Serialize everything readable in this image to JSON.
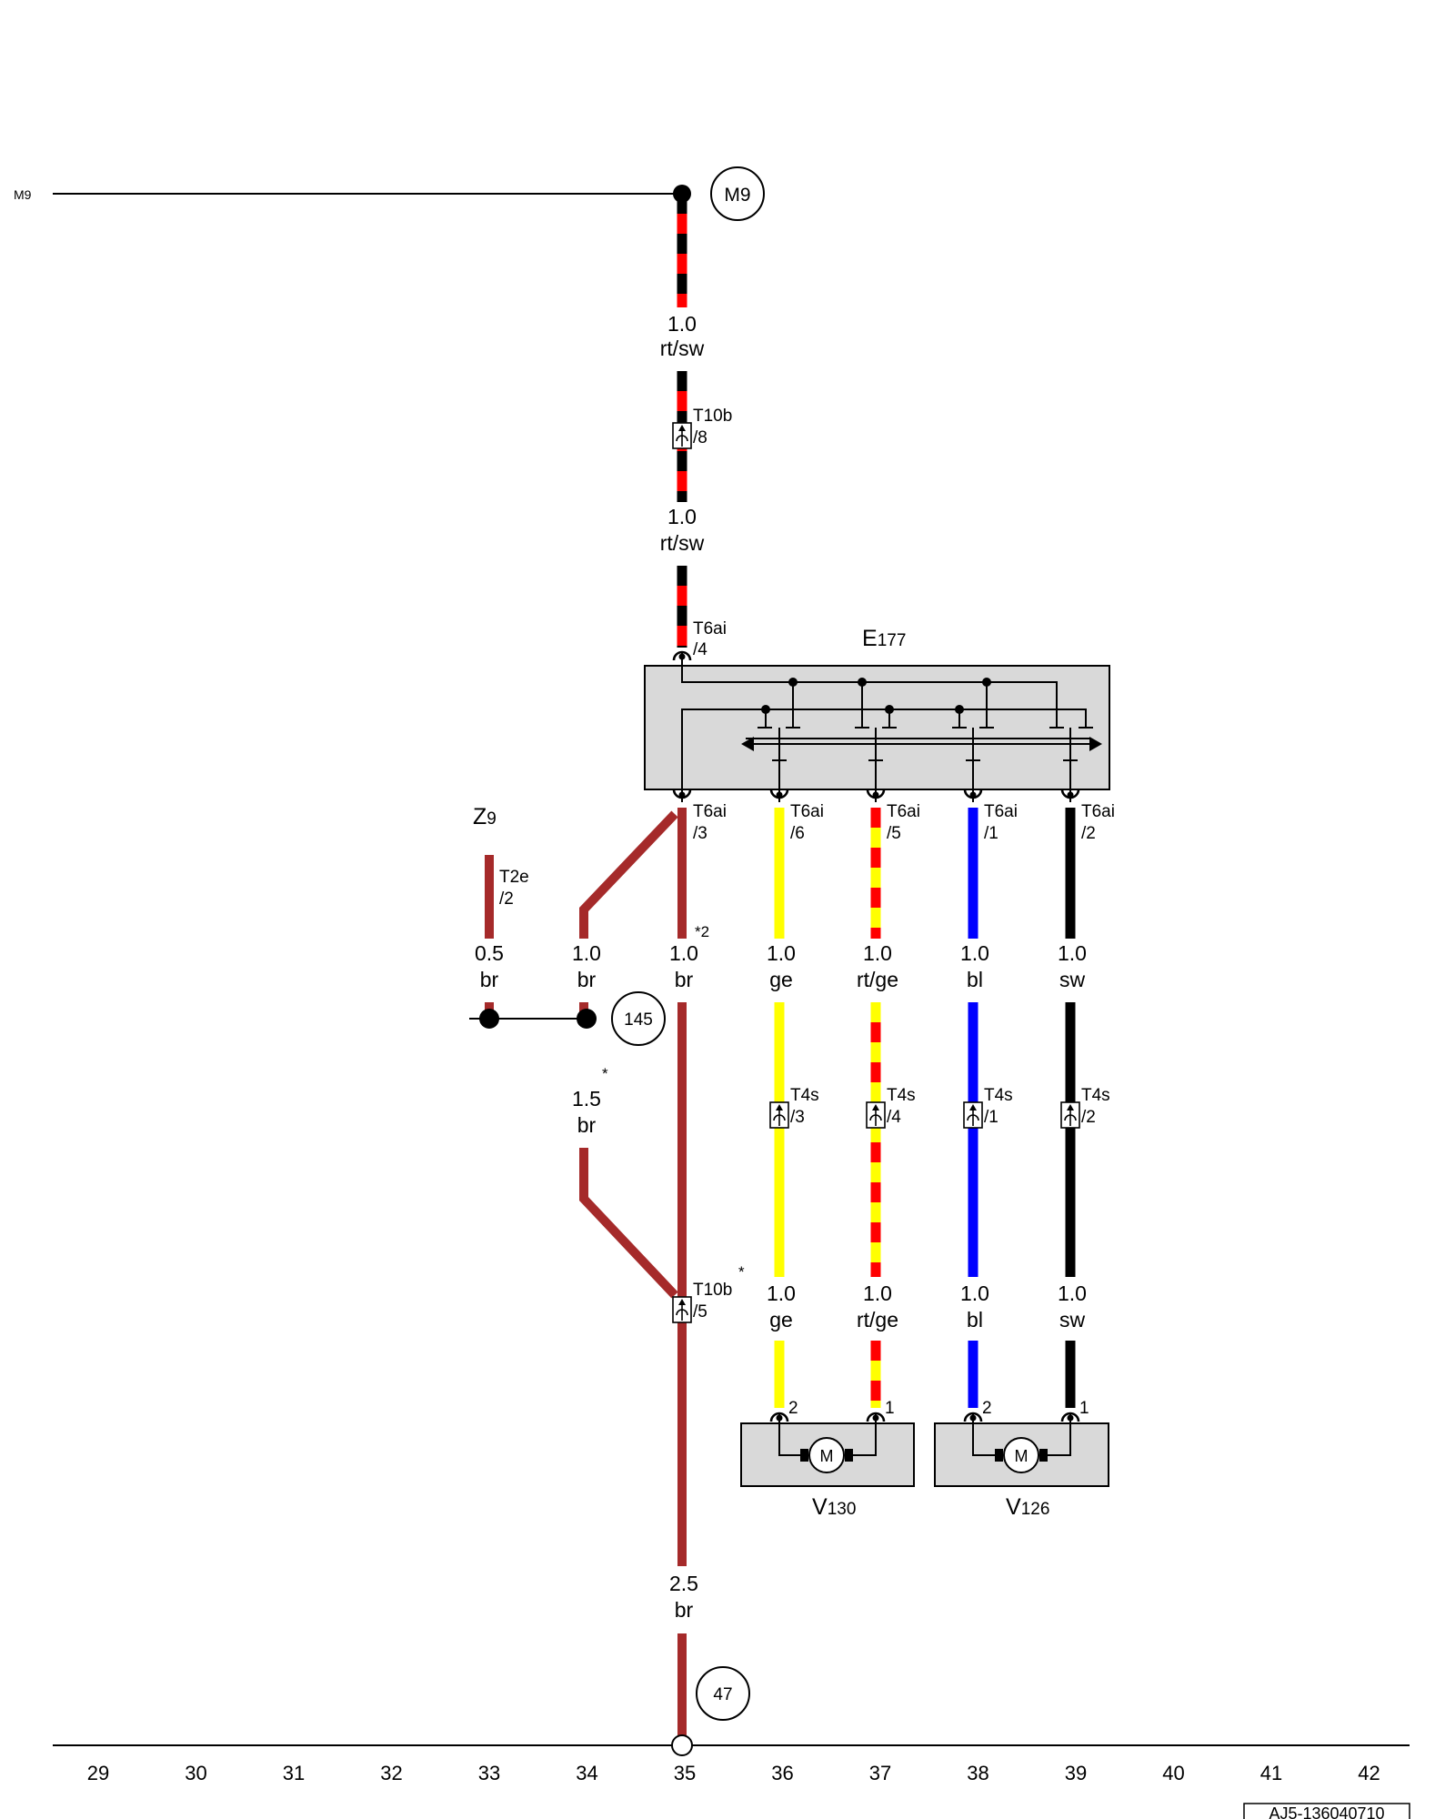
{
  "colors": {
    "rt": "#ff0000",
    "sw": "#000000",
    "ge": "#ffff00",
    "bl": "#0000ff",
    "br": "#a52a2a",
    "box_fill": "#d9d9d9"
  },
  "left_label": "M9",
  "refs": {
    "m9": "M9",
    "r145": "145",
    "r47": "47"
  },
  "wires": {
    "w_m9_1": {
      "size": "1.0",
      "color": "rt/sw"
    },
    "w_m9_2": {
      "size": "1.0",
      "color": "rt/sw"
    },
    "w_z9": {
      "size": "0.5",
      "color": "br"
    },
    "w_34a": {
      "size": "1.0",
      "color": "br"
    },
    "w_35a": {
      "size": "1.0",
      "color": "br"
    },
    "w_36a": {
      "size": "1.0",
      "color": "ge"
    },
    "w_37a": {
      "size": "1.0",
      "color": "rt/ge"
    },
    "w_38a": {
      "size": "1.0",
      "color": "bl"
    },
    "w_39a": {
      "size": "1.0",
      "color": "sw"
    },
    "w_34b": {
      "size": "1.5",
      "color": "br"
    },
    "w_36b": {
      "size": "1.0",
      "color": "ge"
    },
    "w_37b": {
      "size": "1.0",
      "color": "rt/ge"
    },
    "w_38b": {
      "size": "1.0",
      "color": "bl"
    },
    "w_39b": {
      "size": "1.0",
      "color": "sw"
    },
    "w_35b": {
      "size": "2.5",
      "color": "br"
    }
  },
  "connectors": {
    "t10b_8": {
      "name": "T10b",
      "pin": "/8"
    },
    "t6ai_4": {
      "name": "T6ai",
      "pin": "/4"
    },
    "t6ai_3": {
      "name": "T6ai",
      "pin": "/3"
    },
    "t6ai_6": {
      "name": "T6ai",
      "pin": "/6"
    },
    "t6ai_5": {
      "name": "T6ai",
      "pin": "/5"
    },
    "t6ai_1": {
      "name": "T6ai",
      "pin": "/1"
    },
    "t6ai_2": {
      "name": "T6ai",
      "pin": "/2"
    },
    "t2e_2": {
      "name": "T2e",
      "pin": "/2"
    },
    "t4s_3": {
      "name": "T4s",
      "pin": "/3"
    },
    "t4s_4": {
      "name": "T4s",
      "pin": "/4"
    },
    "t4s_1": {
      "name": "T4s",
      "pin": "/1"
    },
    "t4s_2": {
      "name": "T4s",
      "pin": "/2"
    },
    "t10b_5": {
      "name": "T10b",
      "pin": "/5"
    }
  },
  "motor_pins": {
    "v130_a": "2",
    "v130_b": "1",
    "v126_a": "2",
    "v126_b": "1"
  },
  "motor_glyph": "M",
  "components": {
    "e177": {
      "letter": "E",
      "number": "177"
    },
    "z9": {
      "letter": "Z",
      "number": "9"
    },
    "v130": {
      "letter": "V",
      "number": "130"
    },
    "v126": {
      "letter": "V",
      "number": "126"
    }
  },
  "footnotes": {
    "star2": "*2",
    "star_a": "*",
    "star_b": "*"
  },
  "grid_numbers": [
    "29",
    "30",
    "31",
    "32",
    "33",
    "34",
    "35",
    "36",
    "37",
    "38",
    "39",
    "40",
    "41",
    "42"
  ],
  "doc_id": "AJ5-136040710"
}
